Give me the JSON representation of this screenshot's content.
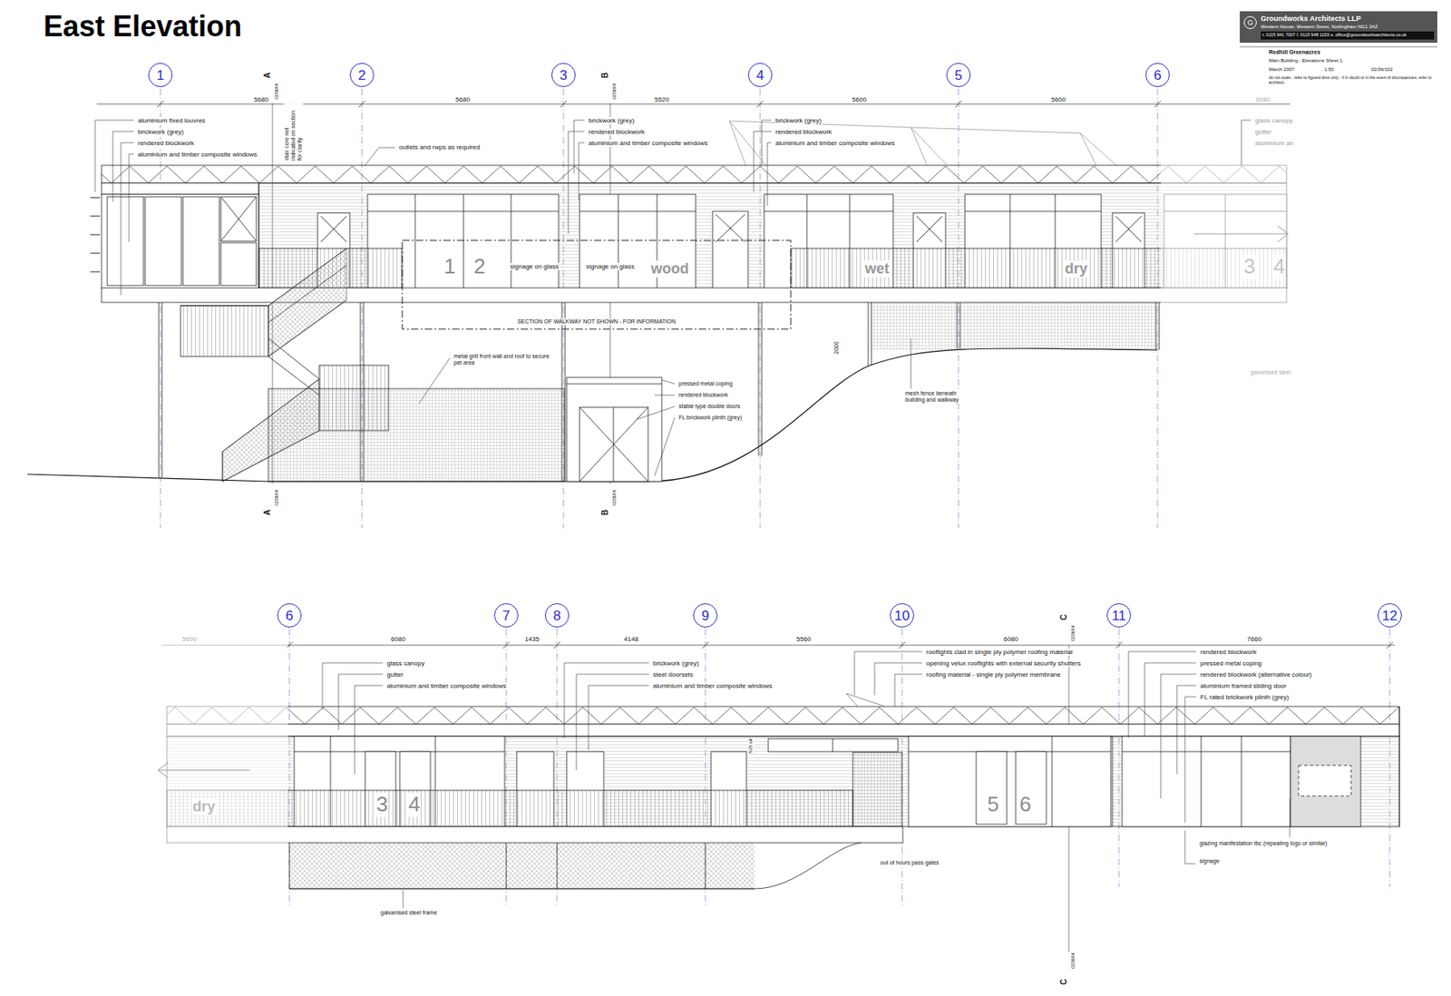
{
  "diagram": {
    "title": "East Elevation",
    "nodes": [
      {
        "text": [
          "Groundworks Architects LLP",
          "Western House, Western Street, Nottingham NG1 3AZ",
          "t. 0115 941 7007 f. 0115 948 1153 e. office@groundworksarchitects.co.uk"
        ]
      },
      {
        "text": [
          "1"
        ]
      },
      {
        "text": [
          "2"
        ]
      },
      {
        "text": [
          "3"
        ]
      },
      {
        "text": [
          "4"
        ]
      },
      {
        "text": [
          "5"
        ]
      },
      {
        "text": [
          "6"
        ]
      },
      {
        "text": [
          "6"
        ]
      },
      {
        "text": [
          "7"
        ]
      },
      {
        "text": [
          "8"
        ]
      },
      {
        "text": [
          "9"
        ]
      },
      {
        "text": [
          "10"
        ]
      },
      {
        "text": [
          "11"
        ]
      },
      {
        "text": [
          "12"
        ]
      }
    ],
    "labels": [
      "5680",
      "5680",
      "5520",
      "5600",
      "5600",
      "6080",
      "aluminium fixed louvres",
      "brickwork (grey)",
      "rendered blockwork",
      "aluminium and timber composite windows",
      "stair core not indicated on section for clarity",
      "outlets and rwps as required",
      "brickwork (grey)",
      "rendered blockwork",
      "aluminium and timber composite windows",
      "brickwork (grey)",
      "rendered blockwork",
      "aluminium and timber composite windows",
      "glass canopy",
      "gutter",
      "aluminium an",
      "1",
      "2",
      "signage on glass",
      "signage on glass",
      "wood",
      "wet",
      "dry",
      "3",
      "4",
      "SECTION OF WALKWAY NOT SHOWN - FOR INFORMATION",
      "2000",
      "metal grill front wall and roof to secure pet area",
      "pressed metal coping",
      "rendered blockwork",
      "stable type double doors",
      "FL brickwork plinth (grey)",
      "mesh fence beneath building and walkway",
      "galvanised steel",
      "A",
      "02/36/04",
      "A",
      "02/36/04",
      "B",
      "02/36/04",
      "B",
      "02/36/04",
      "C",
      "02/36/04",
      "C",
      "02/36/04",
      "5600",
      "6080",
      "1435",
      "4148",
      "5560",
      "6080",
      "7660",
      "glass canopy",
      "gutter",
      "aluminium and timber composite windows",
      "brickwork (grey)",
      "steel doorsets",
      "aluminium and timber composite windows",
      "rooflights clad in single ply polymer roofing material",
      "opening velux rooflights with external security shutters",
      "roofing material - single ply polymer membrane",
      "rendered blockwork",
      "pressed metal coping",
      "rendered blockwork (alternative colour)",
      "aluminium framed sliding door",
      "FL rated brickwork plinth (grey)",
      "535 sill",
      "dry",
      "3",
      "4",
      "5",
      "6",
      "glazing manifestation tbc (repeating logo or similar)",
      "signage",
      "out of hours pass gates",
      "galvanised steel frame",
      "G",
      "Redhill Greenacres",
      "Main Building - Elevations Sheet 1",
      "March 2007",
      "1:50",
      "02/36/102",
      "do not scale - refer to figured dims only - if in doubt or in the event of discrepancies, refer to architect"
    ]
  }
}
